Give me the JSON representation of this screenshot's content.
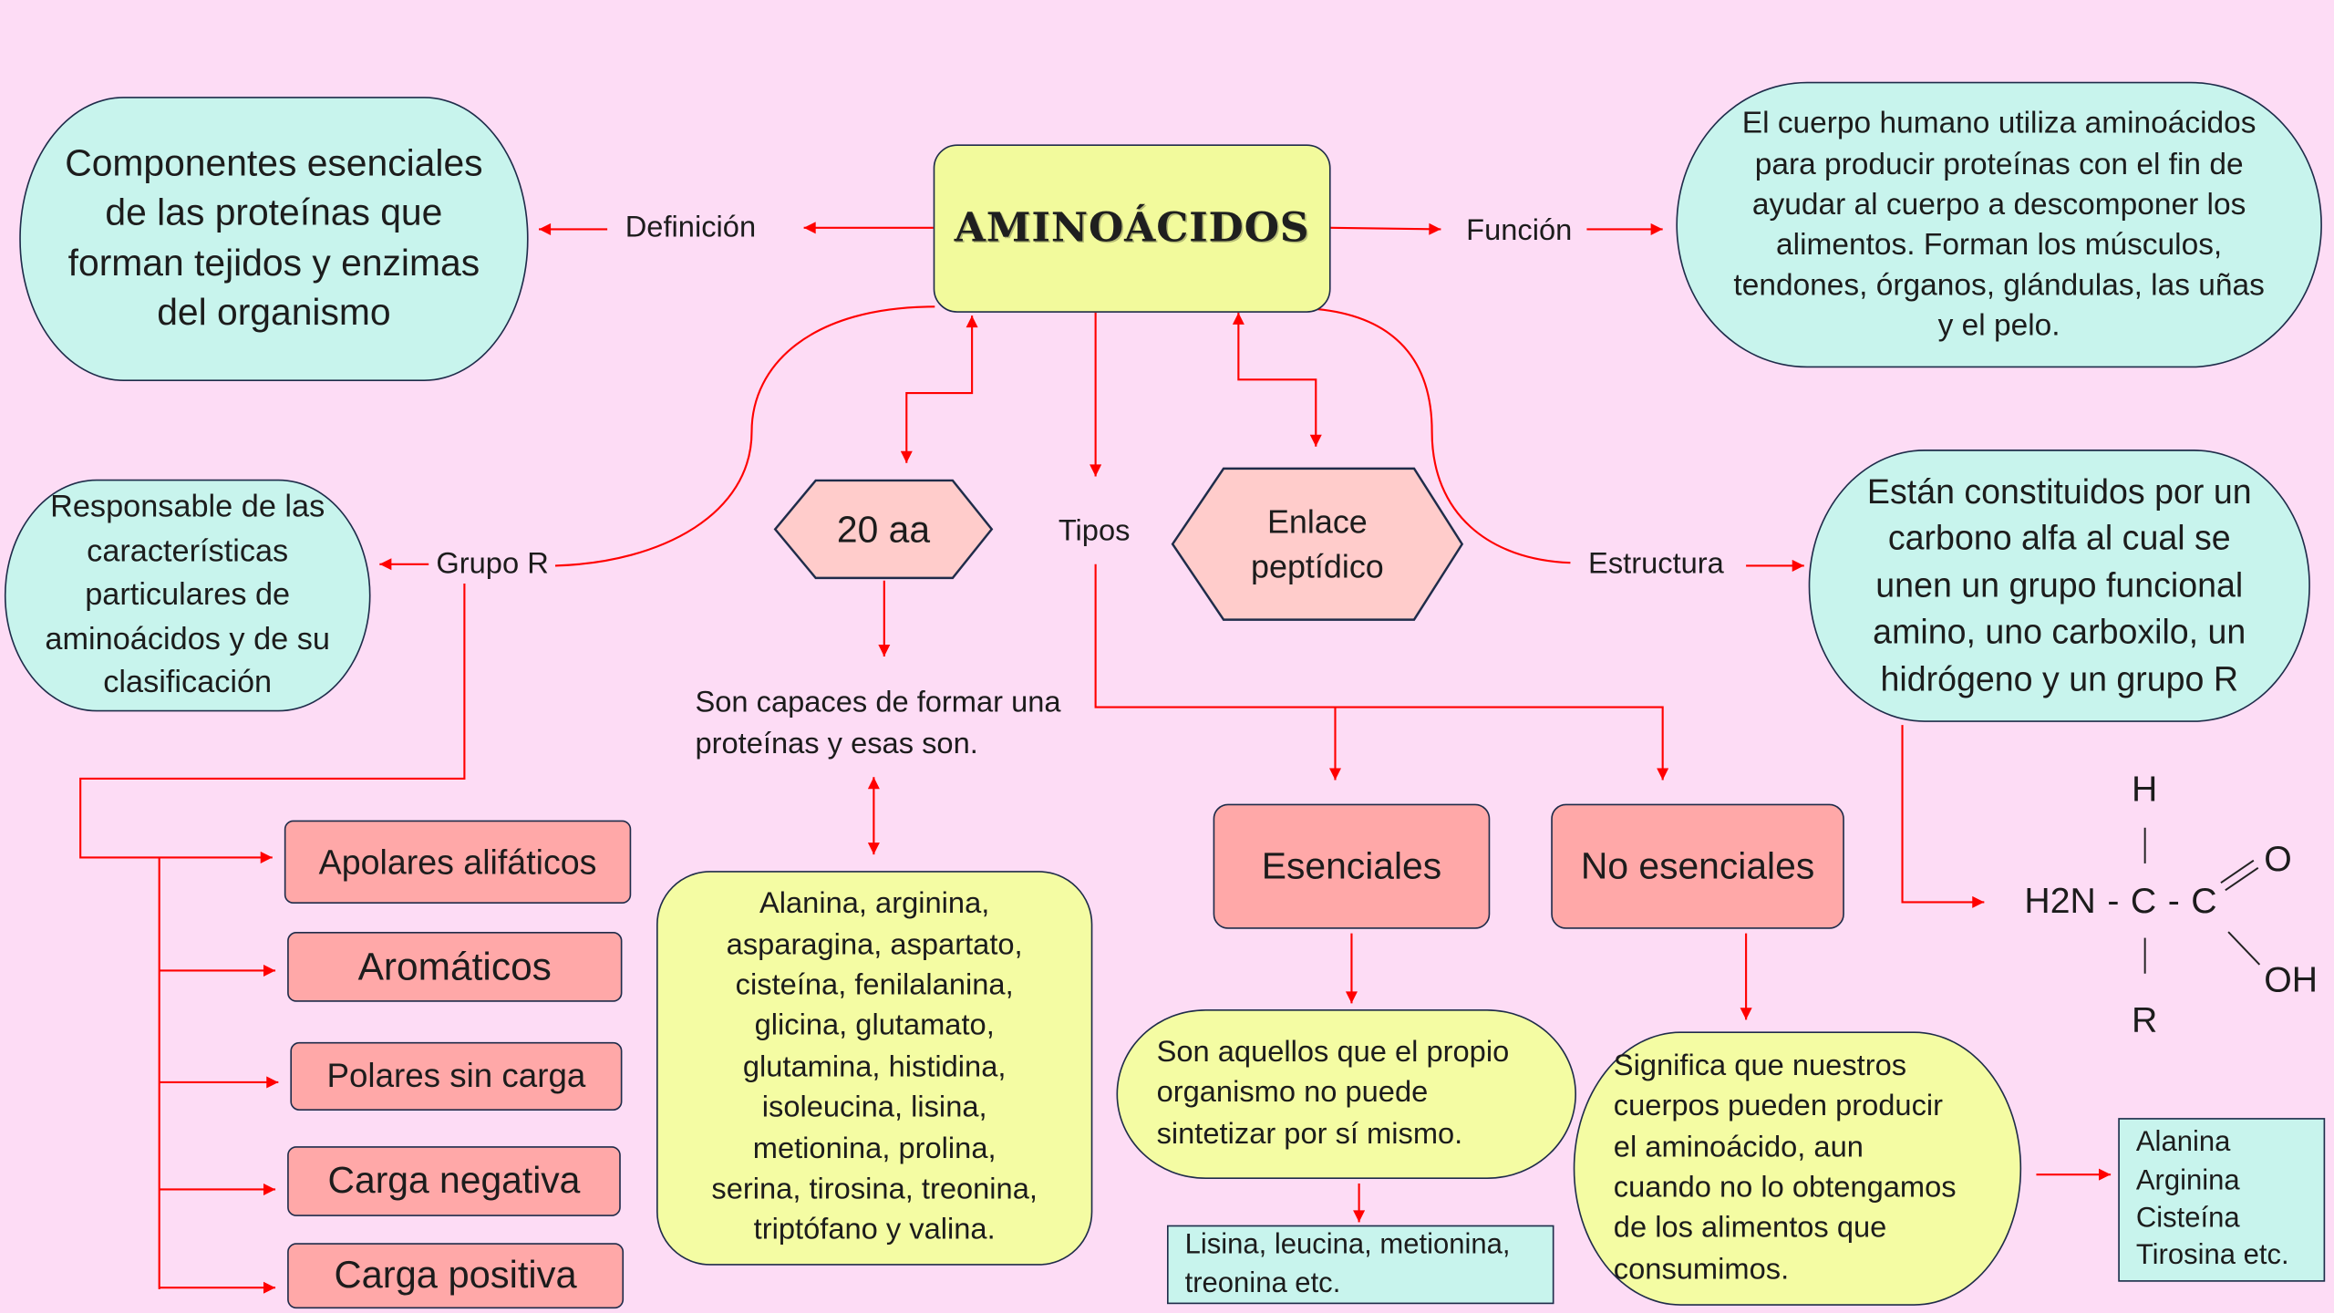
{
  "title": "AMINOÁCIDOS",
  "definition": {
    "label": "Definición",
    "text": "Componentes esenciales\nde las proteínas que\nforman tejidos y enzimas\ndel organismo"
  },
  "function": {
    "label": "Función",
    "text": "El cuerpo humano utiliza aminoácidos\npara producir proteínas con el fin de\nayudar al cuerpo a descomponer los\nalimentos. Forman los músculos,\ntendones, órganos, glándulas, las uñas\ny el pelo."
  },
  "group_r": {
    "label": "Grupo R",
    "text": "Responsable de las\ncaracterísticas\nparticulares de\naminoácidos y de su\nclasificación",
    "categories": [
      "Apolares alifáticos",
      "Aromáticos",
      "Polares sin carga",
      "Carga negativa",
      "Carga positiva"
    ]
  },
  "count": {
    "label": "20 aa",
    "text": "Son capaces de formar una\nproteínas y esas son.",
    "list": "Alanina, arginina,\nasparagina, aspartato,\ncisteína, fenilalanina,\nglicina, glutamato,\nglutamina, histidina,\nisoleucina, lisina,\nmetionina, prolina,\nserina, tirosina, treonina,\ntriptófano y valina."
  },
  "types": {
    "label": "Tipos",
    "essential": {
      "label": "Esenciales",
      "text": "Son aquellos que el propio\norganismo no puede\nsintetizar por sí mismo.",
      "examples": "Lisina, leucina, metionina,\ntreonina etc."
    },
    "non_essential": {
      "label": "No esenciales",
      "text": "Significa que nuestros\ncuerpos pueden producir\nel aminoácido, aun\ncuando no lo obtengamos\nde los alimentos que\nconsumimos.",
      "examples": "Alanina\nArginina\nCisteína\nTirosina etc."
    }
  },
  "peptide_bond": {
    "label": "Enlace\npeptídico"
  },
  "structure": {
    "label": "Estructura",
    "text": "Están constituidos por un\ncarbono alfa al cual se\nunen un grupo funcional\namino, uno carboxilo, un\nhidrógeno y un grupo R",
    "formula": {
      "top": "H",
      "main": "H2N - C - C",
      "double_bond": "O",
      "hydroxyl": "OH",
      "bottom": "R"
    }
  },
  "colors": {
    "background": "#fddcf5",
    "border": "#1f2c4a",
    "arrow": "#ff0000",
    "title_fill": "#f2fa9c",
    "teal_fill": "#c8f4ed",
    "pink_fill": "#ffcccb",
    "salmon_fill": "#ffa8a8",
    "yellow_fill": "#f4fca3",
    "text": "#1c1c1c"
  }
}
